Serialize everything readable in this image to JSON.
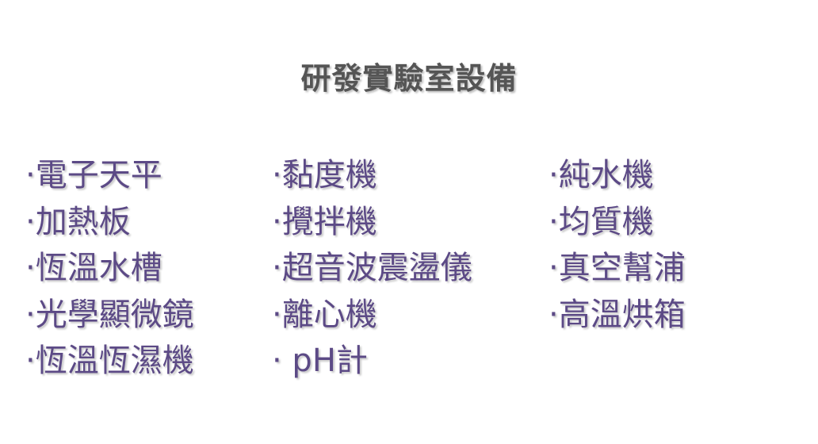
{
  "title": "研發實驗室設備",
  "columns": [
    {
      "items": [
        "·電子天平",
        "·加熱板",
        "·恆溫水槽",
        "·光學顯微鏡",
        "·恆溫恆濕機"
      ]
    },
    {
      "items": [
        "·黏度機",
        "·攪拌機",
        "·超音波震盪儀",
        "·離心機",
        "· pH計"
      ]
    },
    {
      "items": [
        "·純水機",
        "·均質機",
        "·真空幫浦",
        "·高溫烘箱"
      ]
    }
  ],
  "colors": {
    "title": "#555555",
    "item": "#5c4a86",
    "background": "#ffffff"
  }
}
